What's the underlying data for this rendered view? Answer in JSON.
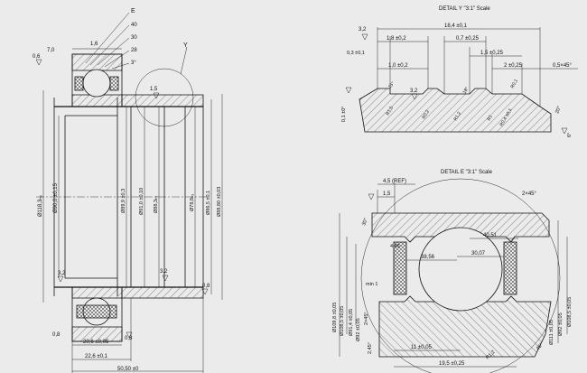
{
  "left_view": {
    "leader_labels": [
      "E",
      "40",
      "30",
      "28",
      "3°"
    ],
    "detail_callout": "Y",
    "dims": {
      "a_7_0": "7,0",
      "a_0_6": "0,6",
      "a_1_6": "1,6",
      "a_1_5": "1,5",
      "a_0_8_top": "0,8",
      "a_0_8_bot": "0,8",
      "a_0_8_b2": "0,8",
      "a_3_2_top": "3,2",
      "a_3_2_bot": "3,2",
      "dia_outer": "Ø118,3ₕ₉",
      "dia_inner": "Ø90,0 ±0,15",
      "dia_a": "Ø89,9 ±0,3",
      "dia_b": "Ø91,0 ±0,10",
      "dia_c": "Ø88,3ₕ₉",
      "dia_d": "Ø78,8ₕ₉",
      "dia_e": "Ø86,5 ±0,1",
      "dia_f": "Ø88,80 ±0,03",
      "w_20_6": "20,6 ±0,05",
      "w_22_6": "22,6 ±0,1",
      "w_50_5": "50,50 ±0"
    }
  },
  "detail_y": {
    "title": "DETAIL Y \"3:1\" Scale",
    "dims": {
      "d18_4": "18,4 ±0,1",
      "d3_2": "3,2",
      "d1_8": "1,8 ±0,2",
      "d0_7": "0,7 ±0,25",
      "d0_3": "0,3 ±0,1",
      "d1_5": "1,5 ±0,25",
      "d1_0": "1,0 ±0,2",
      "d2_0": "2 ±0,25",
      "d0_5": "0,5×45°",
      "d3_2b": "3,2",
      "d0_1": "0,1 ±0°",
      "d20": "20°",
      "d6": "6°",
      "d15": "15°",
      "d18": "18°",
      "r1": "R1,5",
      "r2": "R0,2",
      "r3": "R1,2",
      "r4": "R1",
      "r5": "R0,4 ±0,1",
      "r6": "R0,1"
    }
  },
  "detail_e": {
    "title": "DETAIL E \"3:1\" Scale",
    "dims": {
      "d4_5": "4,5 (REF)",
      "d1_5": "1,5",
      "d2x45": "2×45°",
      "d30": "30°",
      "d40_51": "40,51",
      "d38_56": "38,56",
      "d30_07": "30,07",
      "d4_45": "4,45",
      "dmin": "min 1",
      "d2x45b": "2×45°",
      "d2_45": "2,45°",
      "d11": "11 ±0,05",
      "d19_5": "19,5 ±0,25",
      "r1_2": "R1,2",
      "dia1": "Ø109,8 ±0,05",
      "dia2": "Ø108,5 ±0,05",
      "dia3": "Ø91,4 ±0,05",
      "dia4": "Ø92 ±0,05",
      "dia5": "Ø92 ±0,05",
      "dia6": "Ø111 ±0,05",
      "dia7": "Ø108,5 ±0,05",
      "ang45": "45°"
    }
  }
}
